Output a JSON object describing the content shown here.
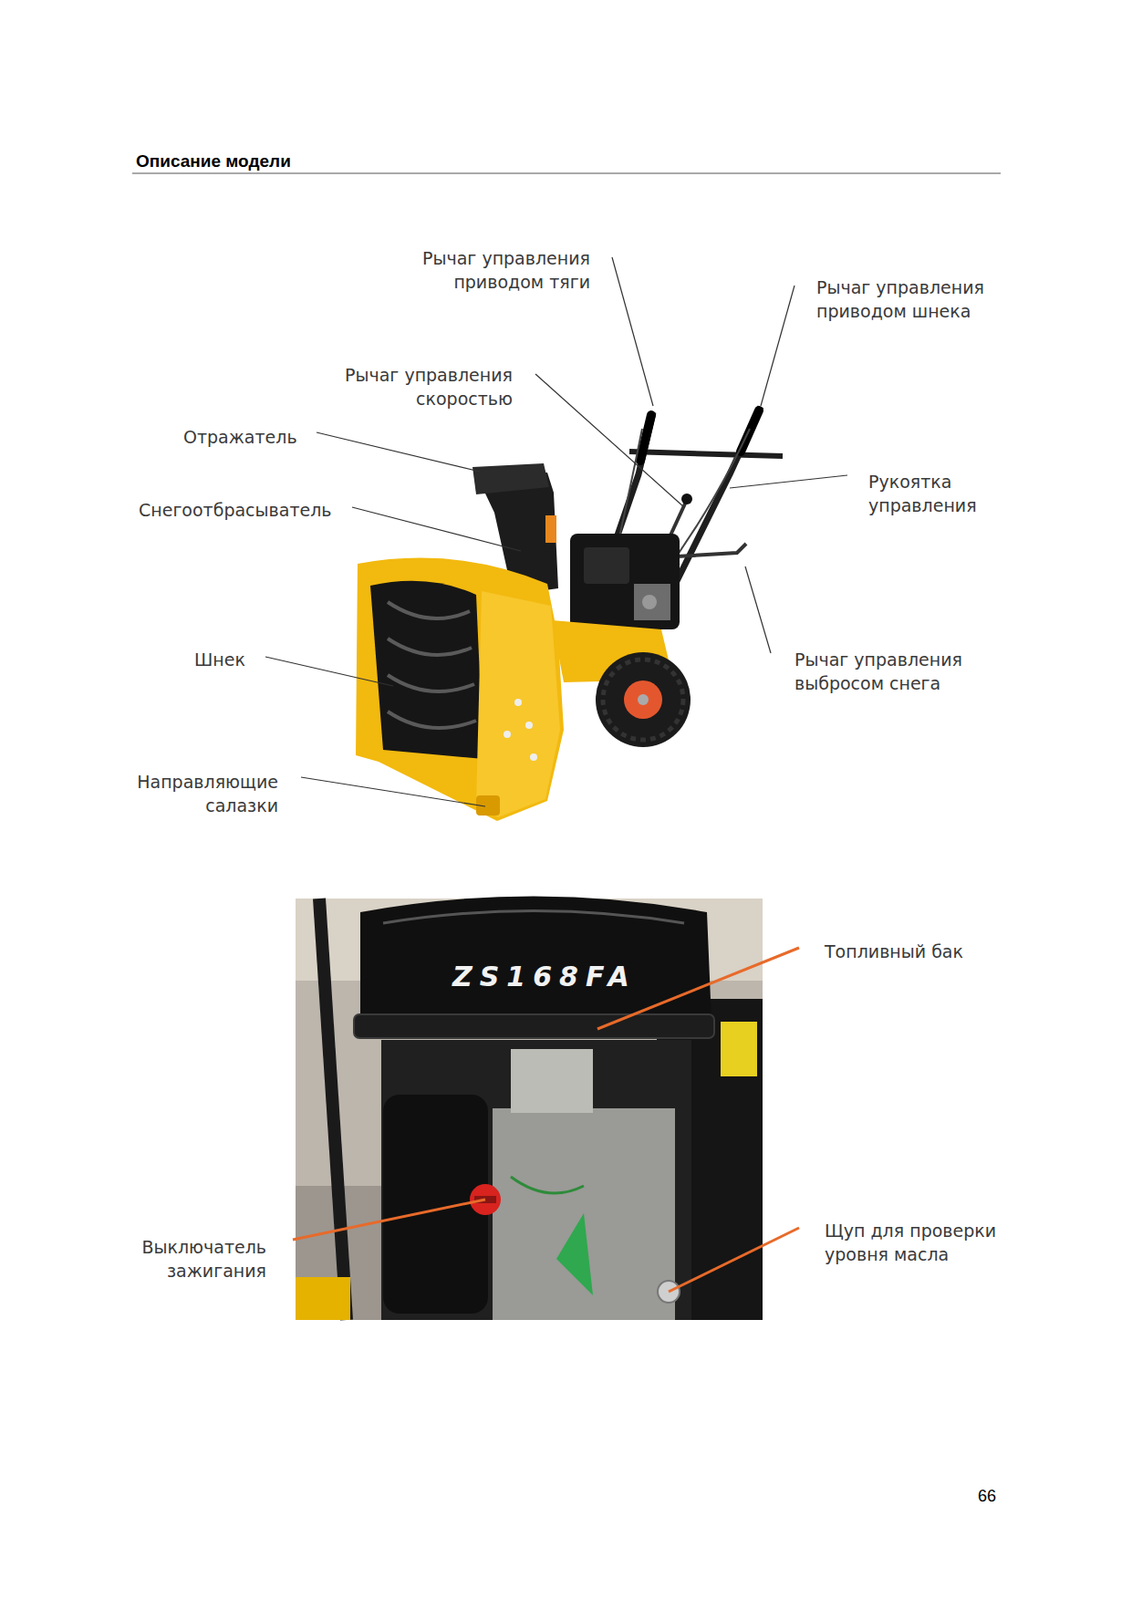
{
  "diagram": {
    "title": "Описание модели",
    "labels": [
      "Рычаг управления приводом тяги",
      "Рычаг управления приводом шнека",
      "Рычаг управления скоростью",
      "Отражатель",
      "Снегоотбрасыватель",
      "Рукоятка управления",
      "Шнек",
      "Рычаг управления выбросом снега",
      "Направляющие салазки",
      "ZS168FA",
      "Топливный бак",
      "Выключатель зажигания",
      "Щуп для проверки уровня масла",
      "66"
    ]
  }
}
